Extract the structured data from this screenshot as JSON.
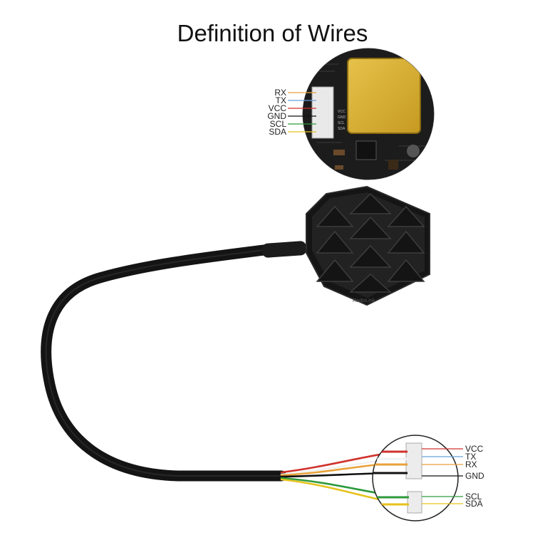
{
  "title": "Definition of Wires",
  "pcb_labels": [
    "RX",
    "TX",
    "VCC",
    "GND",
    "SCL",
    "SDA"
  ],
  "connector_labels": [
    "VCC",
    "TX",
    "RX",
    "GND",
    "SCL",
    "SDA"
  ],
  "wire_colors": {
    "RX": "#e8a23a",
    "TX": "#6aa0d8",
    "VCC": "#d0312d",
    "GND": "#111111",
    "SCL": "#2e9a3c",
    "SDA": "#e6c21c"
  },
  "module_brand": "RadioLink"
}
